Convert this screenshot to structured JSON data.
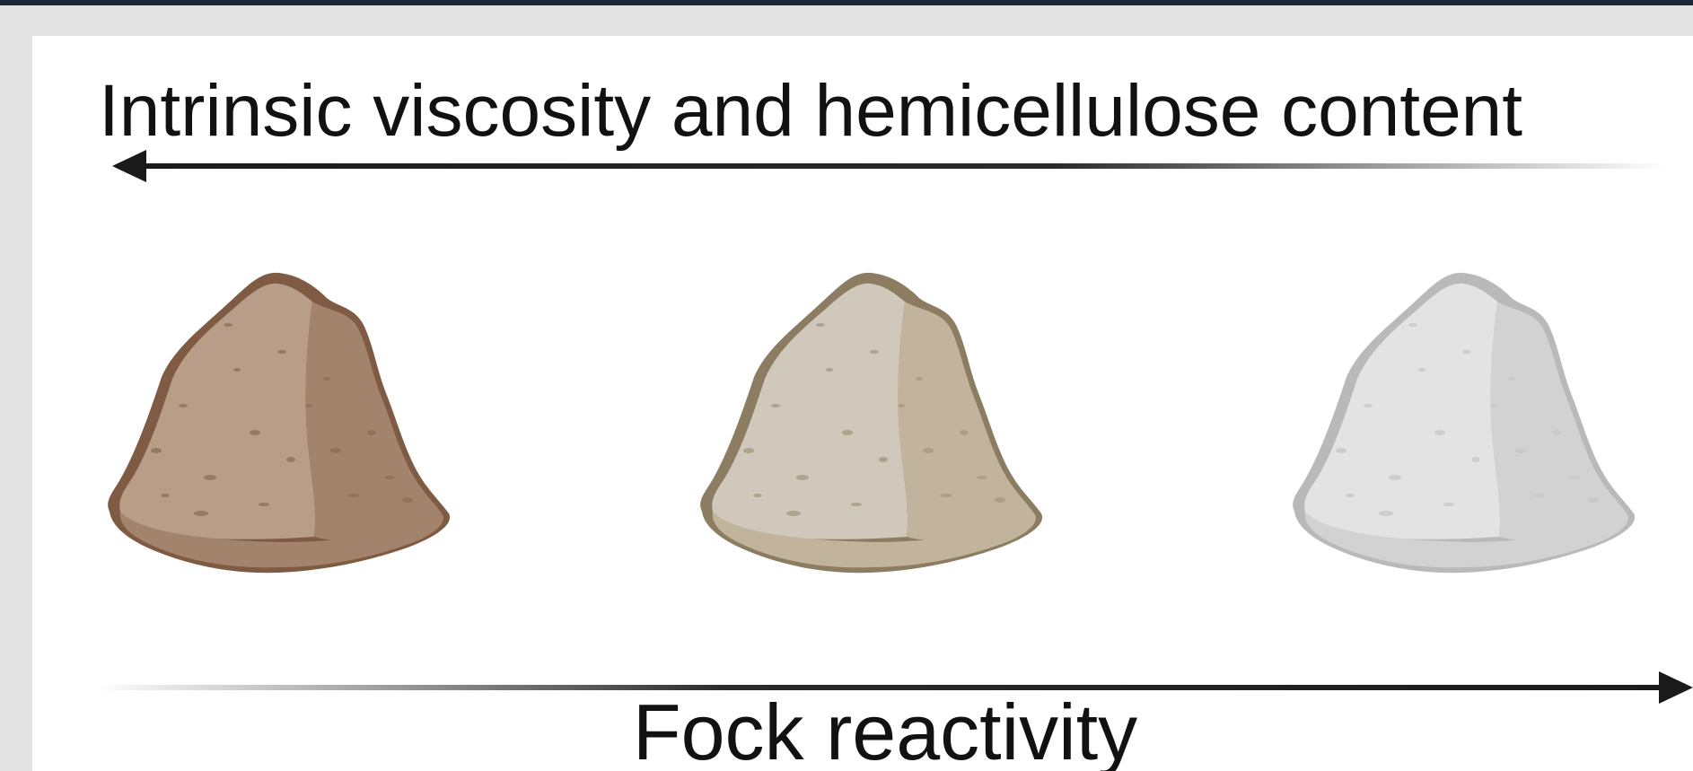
{
  "diagram": {
    "top_label": "Intrinsic viscosity and hemicellulose content",
    "bottom_label": "Fock reactivity",
    "arrows": [
      {
        "meaning": "increasing toward left",
        "direction": "left"
      },
      {
        "meaning": "increasing toward right",
        "direction": "right"
      }
    ],
    "piles": [
      {
        "name": "brown-pulp-pile",
        "light": "#b89e88",
        "dark": "#a3836b",
        "outline": "#7e5b42",
        "speck": "#8e7058"
      },
      {
        "name": "beige-pulp-pile",
        "light": "#cfc8bb",
        "dark": "#c2b49c",
        "outline": "#8c7d62",
        "speck": "#a89a82"
      },
      {
        "name": "grey-pulp-pile",
        "light": "#e3e3e3",
        "dark": "#d2d2d2",
        "outline": "#b9b9b9",
        "speck": "#c7c7c7"
      }
    ]
  }
}
